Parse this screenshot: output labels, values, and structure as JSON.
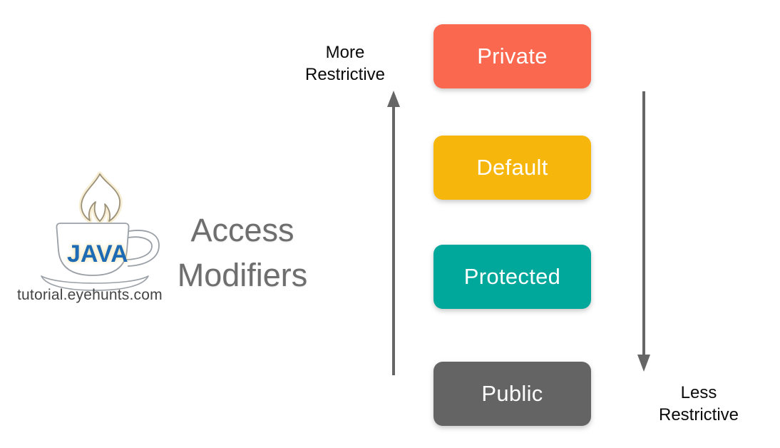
{
  "logo": {
    "java_text": "JAVA",
    "site_text": "tutorial.eyehunts.com",
    "java_color": "#1d6ab5",
    "outline_color": "#9aa0a6",
    "flame_outline_color": "#9b9078",
    "flame_glow_color": "#f7edd2"
  },
  "title": {
    "line1": "Access",
    "line2": "Modifiers",
    "color": "#6e6e6e"
  },
  "labels": {
    "more": {
      "line1": "More",
      "line2": "Restrictive"
    },
    "less": {
      "line1": "Less",
      "line2": "Restrictive"
    }
  },
  "arrows": {
    "color": "#666666",
    "left_direction": "up",
    "right_direction": "down"
  },
  "modifiers": [
    {
      "label": "Private",
      "color": "#fa6850"
    },
    {
      "label": "Default",
      "color": "#f7b60c"
    },
    {
      "label": "Protected",
      "color": "#00a79b"
    },
    {
      "label": "Public",
      "color": "#646464"
    }
  ]
}
